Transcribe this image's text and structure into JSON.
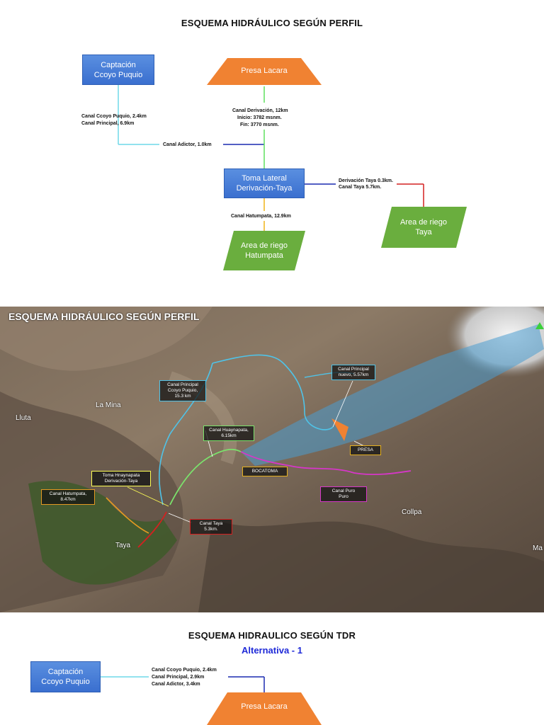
{
  "section1": {
    "title": "ESQUEMA HIDRÁULICO SEGÚN PERFIL",
    "captacion": "Captación\nCcoyo Puquio",
    "presa": "Presa Lacara",
    "canal_ccoyo": "Canal Ccoyo Puquio, 2.4km",
    "canal_principal": "Canal Principal, 6.9km",
    "canal_derivacion": "Canal Derivación, 12km",
    "inicio": "Inicio:  3782 msnm.",
    "fin": "Fin:    3770 msnm.",
    "canal_adictor": "Canal Adictor, 1.0km",
    "toma_lateral": "Toma Lateral\nDerivación-Taya",
    "derivacion_taya": "Derivación Taya 0.3km.",
    "canal_taya": "Canal Taya 5.7km.",
    "canal_hatumpata": "Canal Hatumpata, 12.9km",
    "area_hatumpata": "Area de riego\nHatumpata",
    "area_taya": "Area de riego\nTaya"
  },
  "map": {
    "title": "ESQUEMA  HIDRÁULICO SEGÚN PERFIL",
    "label_principal_ccoyo": "Canal Principal\nCcoyo Puquio,\n15.3 km",
    "label_principal_nuevo": "Canal Principal\nnuevo, 5.57km",
    "label_huaynapata": "Canal Huaynapata,\n6.15km",
    "label_presa": "PRESA",
    "label_bocatoma": "BOCATOMA",
    "label_toma": "Toma Hnaynapata\nDerivación-Taya",
    "label_hatumpata": "Canal Hatumpata,\n8.47km",
    "label_taya": "Canal Taya\n5.3km.",
    "label_puro": "Canal Puro\nPuro",
    "place_lamina": "La Mina",
    "place_liuta": "Lluta",
    "place_taya": "Taya",
    "place_collpa": "Collpa",
    "place_ma": "Ma"
  },
  "section3": {
    "title": "ESQUEMA HIDRAULICO SEGÚN TDR",
    "subtitle": "Alternativa - 1",
    "captacion": "Captación\nCcoyo Puquio",
    "canal_ccoyo": "Canal Ccoyo Puquio, 2.4km",
    "canal_principal": "Canal Principal, 2.9km",
    "canal_adictor": "Canal Adictor, 3.4km",
    "presa": "Presa Lacara"
  },
  "colors": {
    "blue_box": "#4a7fd8",
    "orange": "#f08232",
    "green": "#6aae3e",
    "cyan_line": "#6fd8e8",
    "green_line": "#5fe05f",
    "navy_line": "#1a2ab0",
    "yellow_line": "#f0b418",
    "red_line": "#d42020"
  }
}
